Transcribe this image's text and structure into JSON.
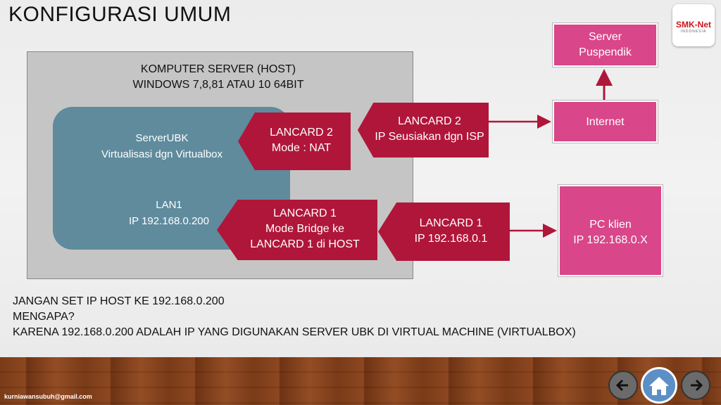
{
  "title": "KONFIGURASI UMUM",
  "logo": {
    "main": "SMK-Net",
    "sub": "INDONESIA"
  },
  "host": {
    "line1": "KOMPUTER SERVER (HOST)",
    "line2": "WINDOWS 7,8,81 ATAU 10 64BIT"
  },
  "vm": {
    "line1": "ServerUBK",
    "line2": "Virtualisasi dgn Virtualbox"
  },
  "lan1": {
    "line1": "LAN1",
    "line2": "IP 192.168.0.200"
  },
  "vm_lancard2": {
    "line1": "LANCARD 2",
    "line2": "Mode : NAT"
  },
  "host_lancard2": {
    "line1": "LANCARD 2",
    "line2": "IP Seusiakan dgn ISP"
  },
  "vm_lancard1": {
    "line1": "LANCARD 1",
    "line2": "Mode Bridge ke",
    "line3": "LANCARD 1 di HOST"
  },
  "host_lancard1": {
    "line1": "LANCARD 1",
    "line2": "IP 192.168.0.1"
  },
  "server_puspendik": {
    "line1": "Server",
    "line2": "Puspendik"
  },
  "internet": {
    "label": "Internet"
  },
  "pc_klien": {
    "line1": "PC klien",
    "line2": "IP 192.168.0.X"
  },
  "notes": {
    "line1": "JANGAN SET IP HOST KE 192.168.0.200",
    "line2": "MENGAPA?",
    "line3": "KARENA 192.168.0.200 ADALAH IP YANG DIGUNAKAN SERVER UBK DI VIRTUAL MACHINE (VIRTUALBOX)"
  },
  "footer": {
    "email": "kurniawansubuh@gmail.com"
  },
  "nav": {
    "back_icon": "arrow-left-icon",
    "home_icon": "home-icon",
    "next_icon": "arrow-right-icon"
  },
  "colors": {
    "arrow": "#b0163a",
    "pink_box": "#d9468a",
    "vm": "#5f8b9d",
    "host": "#c5c5c5"
  }
}
